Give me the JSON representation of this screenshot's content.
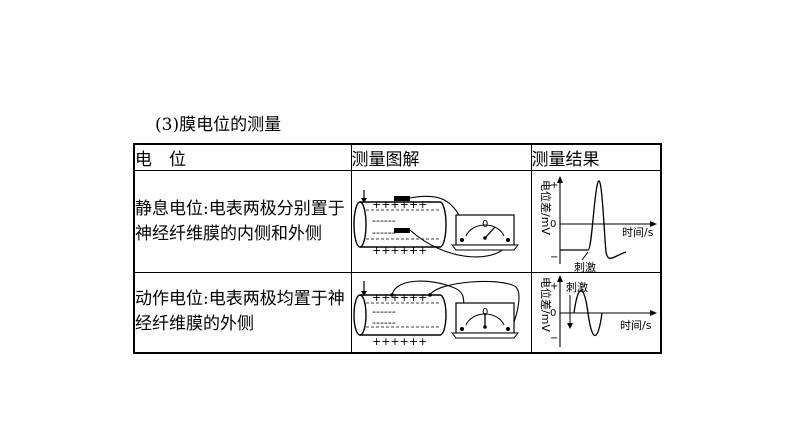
{
  "section_title": "(3)膜电位的测量",
  "table": {
    "headers": [
      "电　位",
      "测量图解",
      "测量结果"
    ],
    "rows": [
      {
        "potential": "静息电位:电表两极分别置于神经纤维膜的内侧和外侧"
      },
      {
        "potential": "动作电位:电表两极均置于神经纤维膜的外侧"
      }
    ]
  },
  "diagram": {
    "meter_zero": "0",
    "plus_row": "++++++",
    "minus_row": "------"
  },
  "graph": {
    "ylabel": "电位差/mV",
    "xlabel": "时间/s",
    "plus": "+",
    "minus": "−",
    "zero": "0",
    "stimulus": "刺激"
  }
}
